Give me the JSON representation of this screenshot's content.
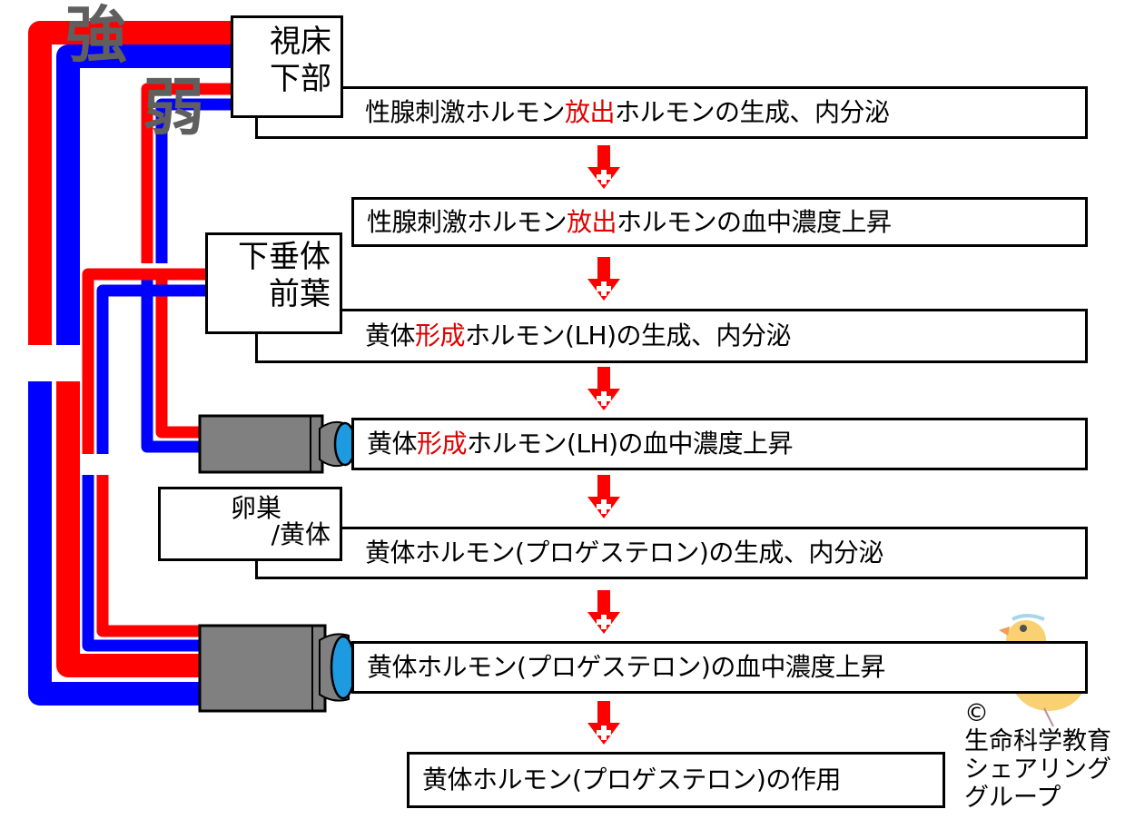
{
  "labels": {
    "strong": "強",
    "weak": "弱"
  },
  "organs": {
    "hypothalamus": [
      "視床",
      "下部"
    ],
    "anterior_pituitary": [
      "下垂体",
      "前葉"
    ],
    "ovary_corpus_luteum": [
      "卵巣",
      "/黄体"
    ]
  },
  "steps": [
    {
      "pre": "性腺刺激ホルモン",
      "hl": "放出",
      "post": "ホルモンの生成、内分泌"
    },
    {
      "pre": "性腺刺激ホルモン",
      "hl": "放出",
      "post": "ホルモンの血中濃度上昇"
    },
    {
      "pre": "黄体",
      "hl": "形成",
      "post": "ホルモン(LH)の生成、内分泌"
    },
    {
      "pre": "黄体",
      "hl": "形成",
      "post": "ホルモン(LH)の血中濃度上昇"
    },
    {
      "pre": "黄体ホルモン(プロゲステロン)の生成、内分泌",
      "hl": "",
      "post": ""
    },
    {
      "pre": "黄体ホルモン(プロゲステロン)の血中濃度上昇",
      "hl": "",
      "post": ""
    },
    {
      "pre": "黄体ホルモン(プロゲステロン)の作用",
      "hl": "",
      "post": ""
    }
  ],
  "arrow_sign": "+",
  "credit": [
    "©",
    "生命科学教育",
    "シェアリング",
    "グループ"
  ],
  "colors": {
    "stimulate": "#ff0000",
    "inhibit": "#0000ff",
    "highlight": "#e00000",
    "sensor": "#808080",
    "lens": "#1e9be0",
    "label_gray": "#5f5f5f"
  }
}
